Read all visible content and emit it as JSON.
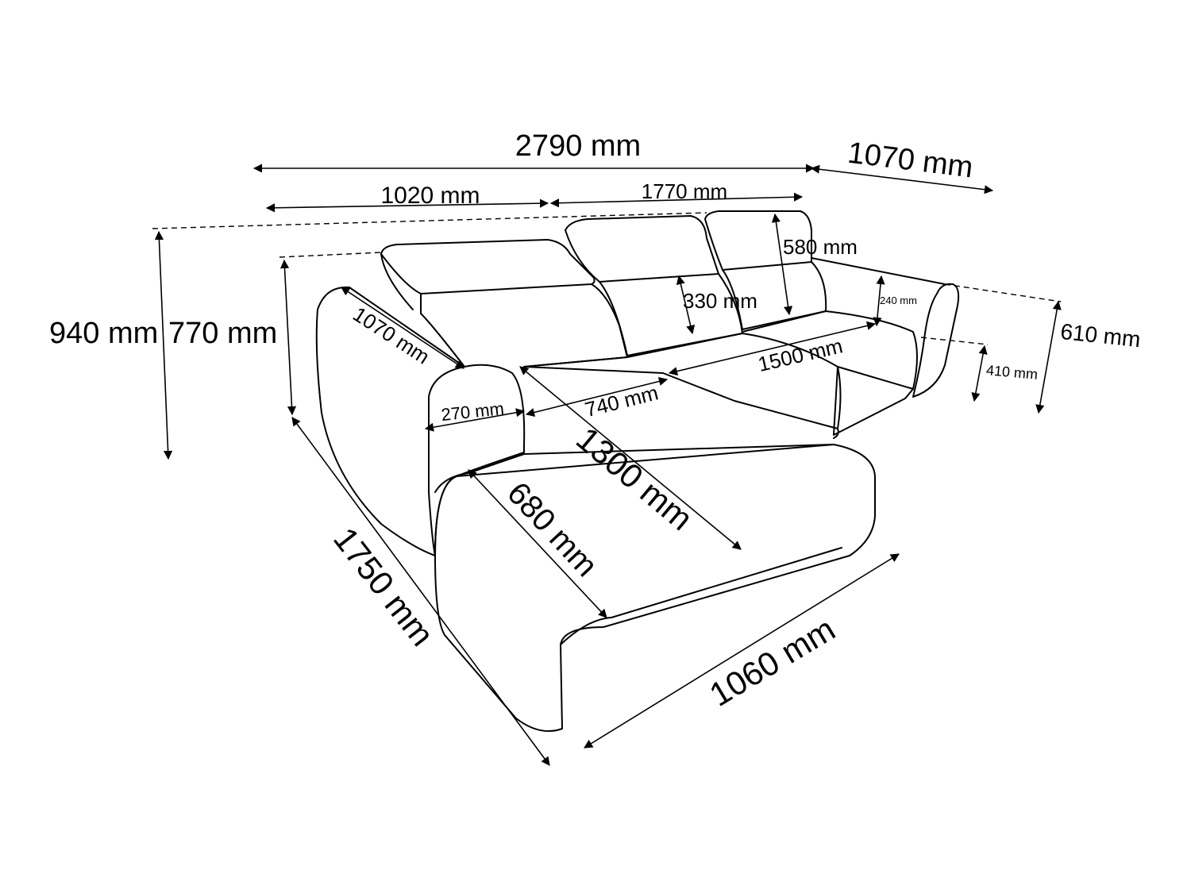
{
  "labels": {
    "total_width": "2790 mm",
    "right_depth": "1070 mm",
    "chaise_width": "1020 mm",
    "sofa_width": "1770 mm",
    "total_height": "940 mm",
    "back_height": "770 mm",
    "headrest_height": "580 mm",
    "backrest_height": "330 mm",
    "arm_side_height": "240 mm",
    "arm_height": "610 mm",
    "seat_height": "410 mm",
    "arm_length": "1070 mm",
    "arm_width": "270 mm",
    "seat_depth": "740 mm",
    "seat_width": "1500 mm",
    "chaise_length": "1300 mm",
    "chaise_seat_width": "680 mm",
    "chaise_total_length": "1750 mm",
    "chaise_total_width": "1060 mm"
  }
}
